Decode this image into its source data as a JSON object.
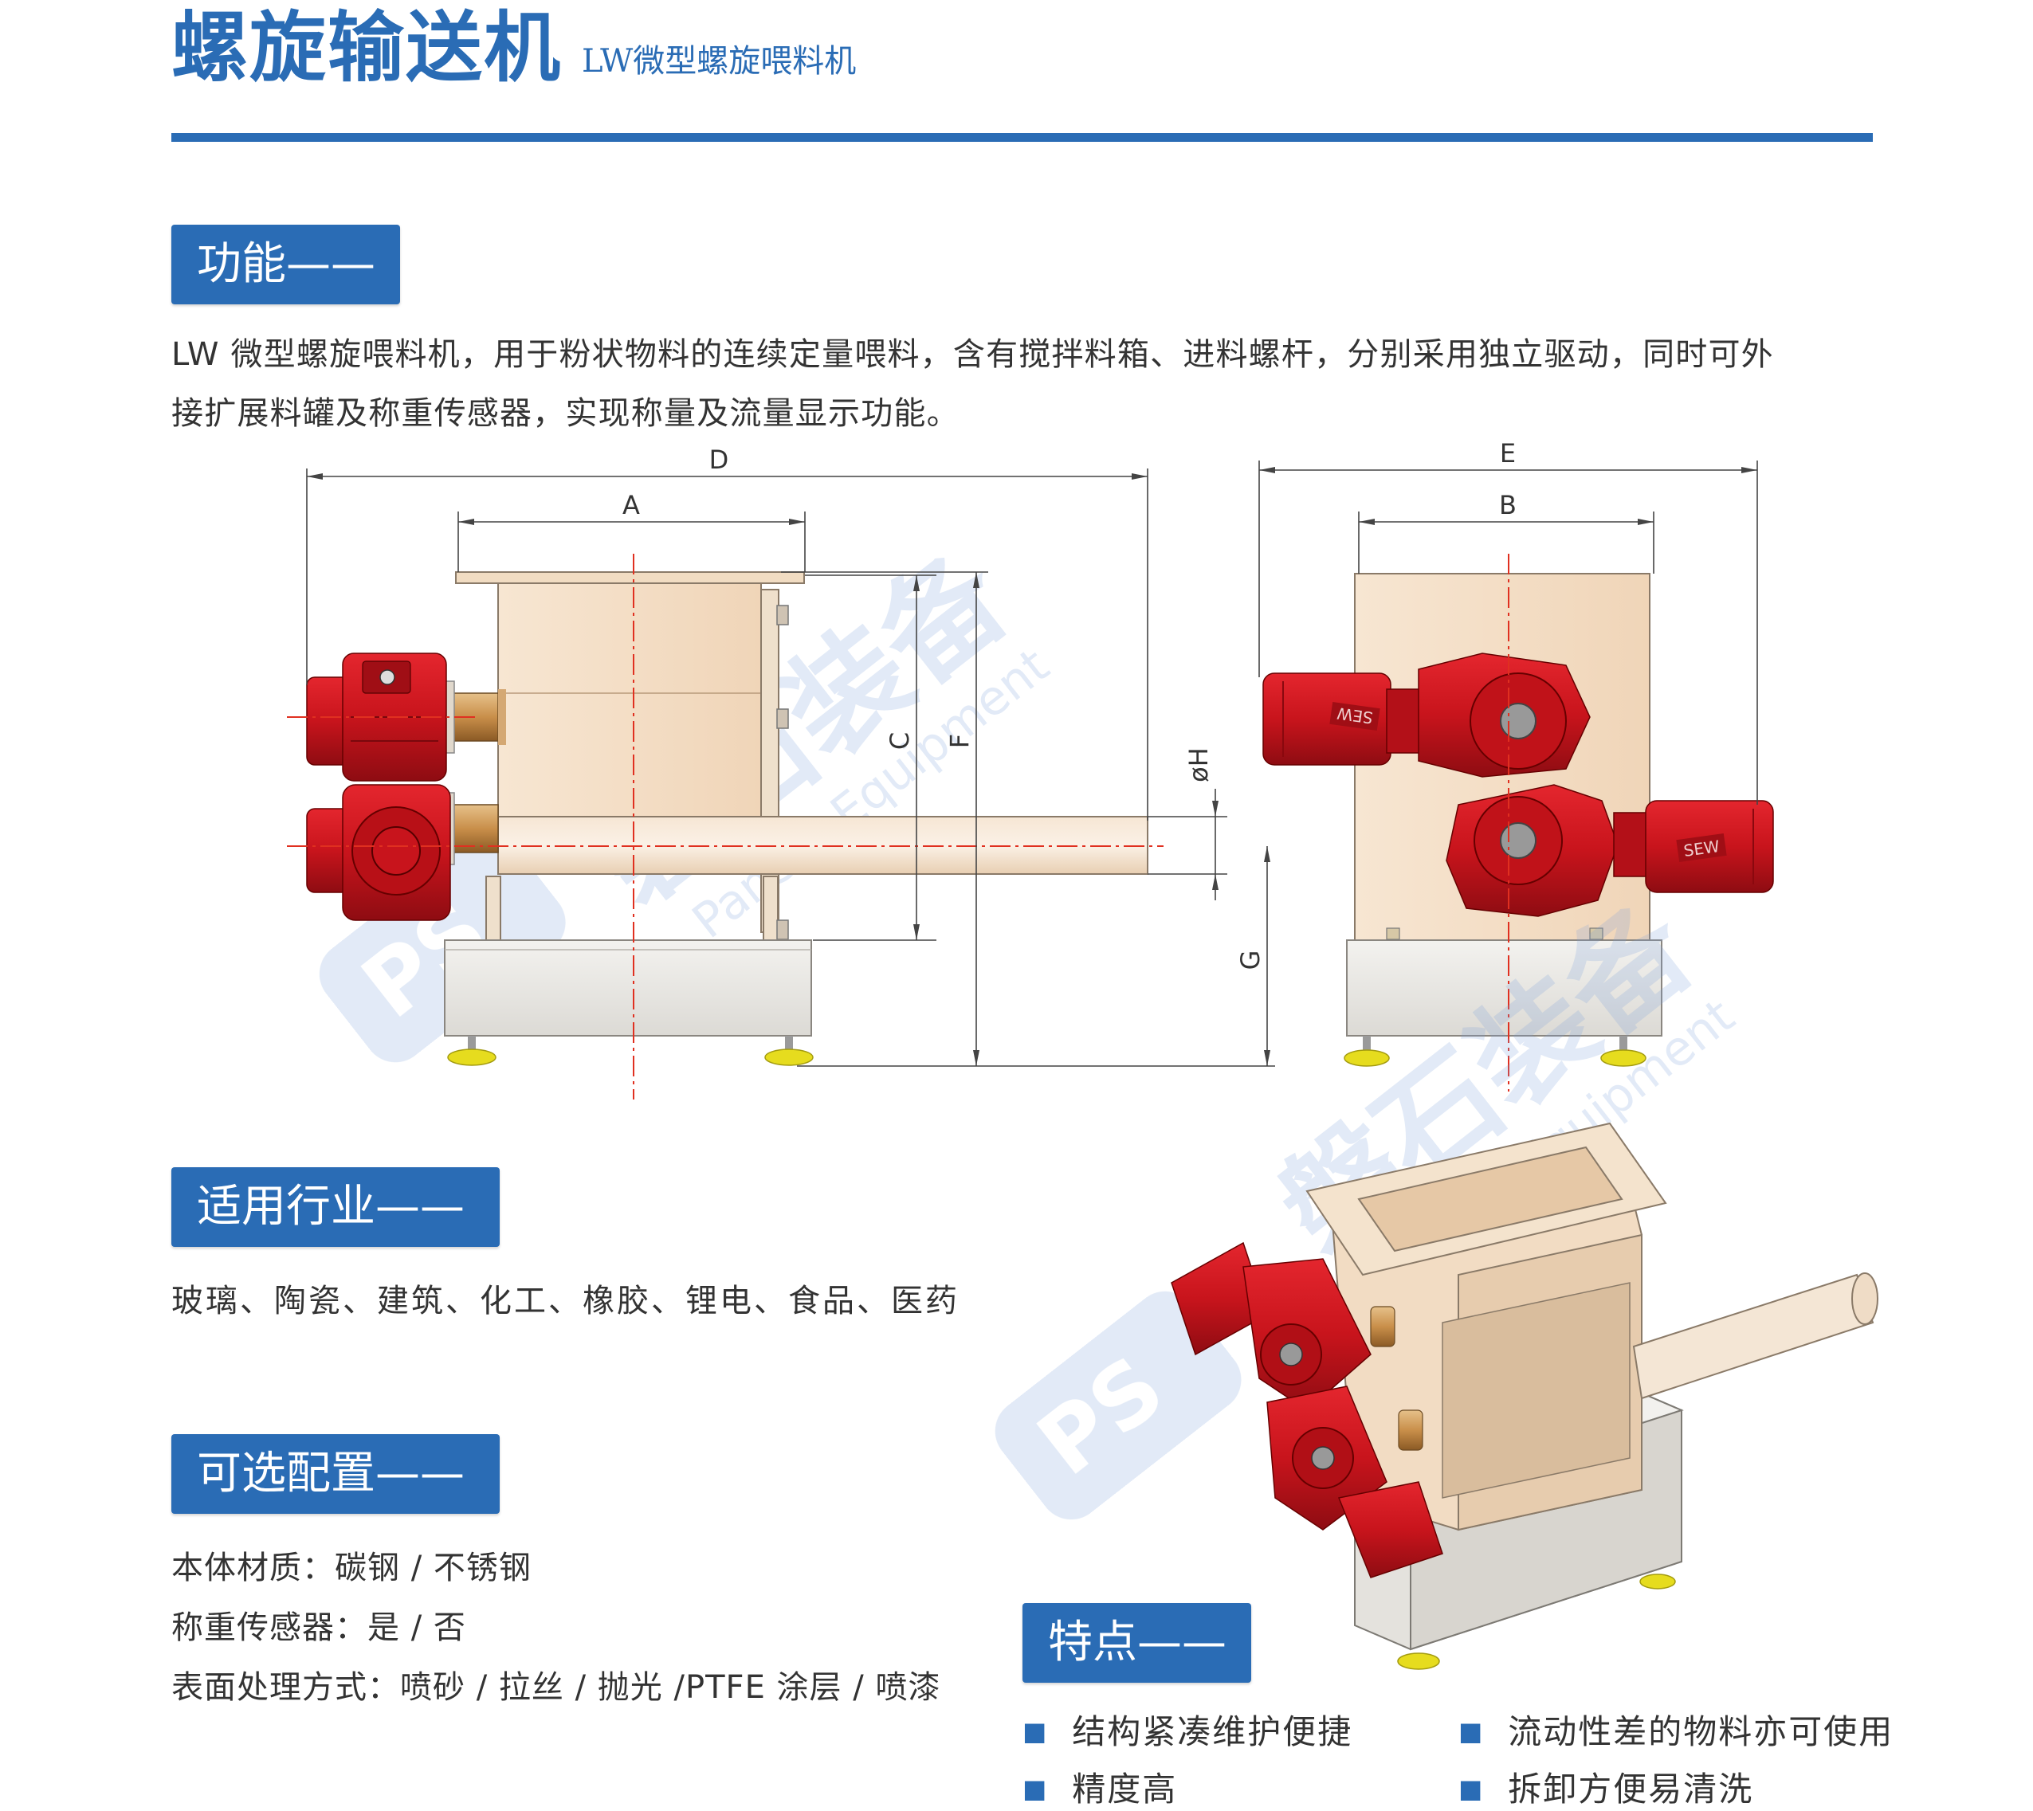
{
  "header": {
    "title": "螺旋输送机",
    "subtitle": "LW微型螺旋喂料机"
  },
  "sections": {
    "function": {
      "heading": "功能——",
      "lines": [
        "LW 微型螺旋喂料机，用于粉状物料的连续定量喂料，含有搅拌料箱、进料螺杆，分别采用独立驱动，同时可外",
        "接扩展料罐及称重传感器，实现称量及流量显示功能。"
      ]
    },
    "industries": {
      "heading": "适用行业——",
      "text": "玻璃、陶瓷、建筑、化工、橡胶、锂电、食品、医药"
    },
    "options": {
      "heading": "可选配置——",
      "items": [
        "本体材质：碳钢 / 不锈钢",
        "称重传感器：是 / 否",
        "表面处理方式：喷砂 / 拉丝 / 抛光 /PTFE 涂层 / 喷漆"
      ]
    },
    "features": {
      "heading": "特点——",
      "items": [
        "结构紧凑维护便捷",
        "流动性差的物料亦可使用",
        "精度高",
        "拆卸方便易清洗"
      ]
    }
  },
  "drawing": {
    "dimension_labels": [
      "D",
      "A",
      "C",
      "F",
      "øH",
      "G",
      "E",
      "B"
    ],
    "motor_brand": "SEW",
    "watermark": {
      "logo": "PS",
      "cn": "磐石装备",
      "en": "PanShi Equipment"
    }
  },
  "colors": {
    "brand_blue": "#2a6cb5",
    "motor_red": "#c8141c",
    "hopper_beige": "#f4ddc4",
    "base_gray": "#eceae6",
    "foot_yellow": "#e6dc1e",
    "centerline_red": "#e03020"
  }
}
